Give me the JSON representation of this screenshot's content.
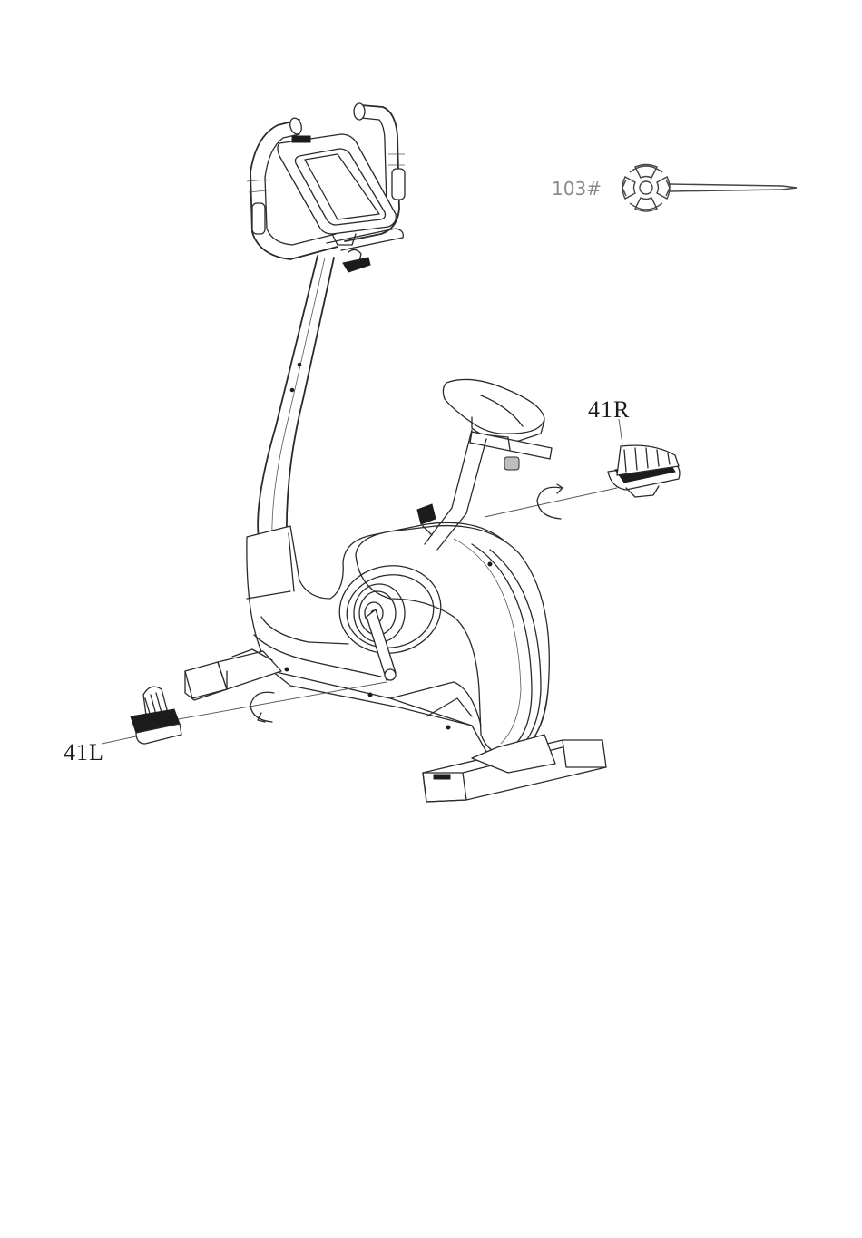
{
  "labels": {
    "right_pedal": "41R",
    "left_pedal": "41L",
    "tool": "103#"
  },
  "colors": {
    "line": "#2a2a2a",
    "tool_label": "#8a8a8a",
    "background": "#ffffff"
  }
}
